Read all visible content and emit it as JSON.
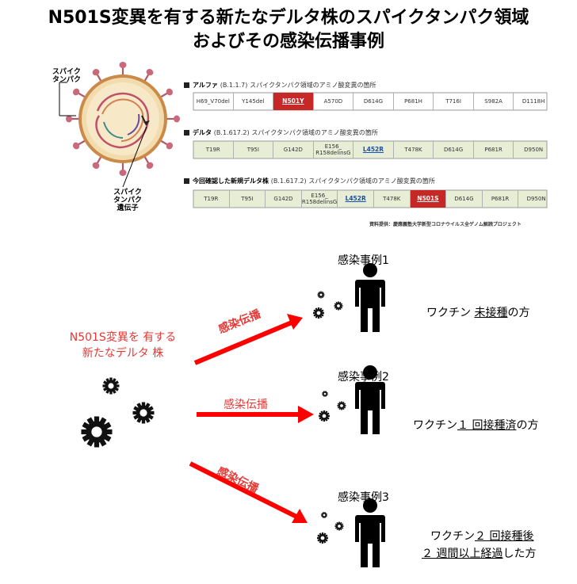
{
  "title": {
    "line1": "N501S変異を有する新たなデルタ株のスパイクタンパク領域",
    "line2": "およびその感染伝播事例"
  },
  "virus_labels": {
    "spike_protein": "スパイク\nタンパク",
    "spike_gene": "スパイク\nタンパク\n遺伝子"
  },
  "alpha": {
    "title": "アルファ",
    "lineage": "(B.1.1.7)",
    "desc": "スパイクタンパク領域のアミノ酸変異の箇所",
    "mutations": [
      "H69_V70del",
      "Y145del",
      "N501Y",
      "A570D",
      "D614G",
      "P681H",
      "T716I",
      "S982A",
      "D1118H"
    ],
    "highlight": "N501Y",
    "bg": "#ffffff"
  },
  "delta": {
    "title": "デルタ",
    "lineage": "(B.1.617.2)",
    "desc": "スパイクタンパク領域のアミノ酸変異の箇所",
    "mutations": [
      "T19R",
      "T95I",
      "G142D",
      "E156_\nR158delinsG",
      "L452R",
      "T478K",
      "D614G",
      "P681R",
      "D950N"
    ],
    "blue": "L452R",
    "bg": "#e8eed5"
  },
  "new_delta": {
    "title": "今回確認した新規デルタ株",
    "lineage": "(B.1.617.2)",
    "desc": "スパイクタンパク領域のアミノ酸変異の箇所",
    "mutations": [
      "T19R",
      "T95I",
      "G142D",
      "E156_\nR158delinsG",
      "L452R",
      "T478K",
      "N501S",
      "D614G",
      "P681R",
      "D950N"
    ],
    "blue": "L452R",
    "highlight": "N501S",
    "bg": "#e8eed5"
  },
  "source": "資料提供：慶應義塾大学新型コロナウイルス全ゲノム解読プロジェクト",
  "variant": {
    "line1": "N501S変異を 有する",
    "line2": "新たなデルタ 株"
  },
  "arrows": {
    "label": "感染伝播"
  },
  "cases": [
    {
      "label": "感染事例1",
      "vax_pre": "ワクチン ",
      "vax_u": "未接種",
      "vax_post": "の方"
    },
    {
      "label": "感染事例2",
      "vax_pre": "ワクチン",
      "vax_u": "１ 回接種済",
      "vax_post": "の方"
    },
    {
      "label": "感染事例3",
      "vax_l1_pre": "ワクチン",
      "vax_l1_u": "２ 回接種後",
      "vax_l2_u": "２ 週間以上経過",
      "vax_l2_post": "した方"
    }
  ],
  "colors": {
    "accent_red": "#e53935",
    "highlight_red": "#c62828",
    "variant_blue": "#1a4fb0",
    "virus_body": "#f0d9a8",
    "spike": "#c9697a"
  }
}
